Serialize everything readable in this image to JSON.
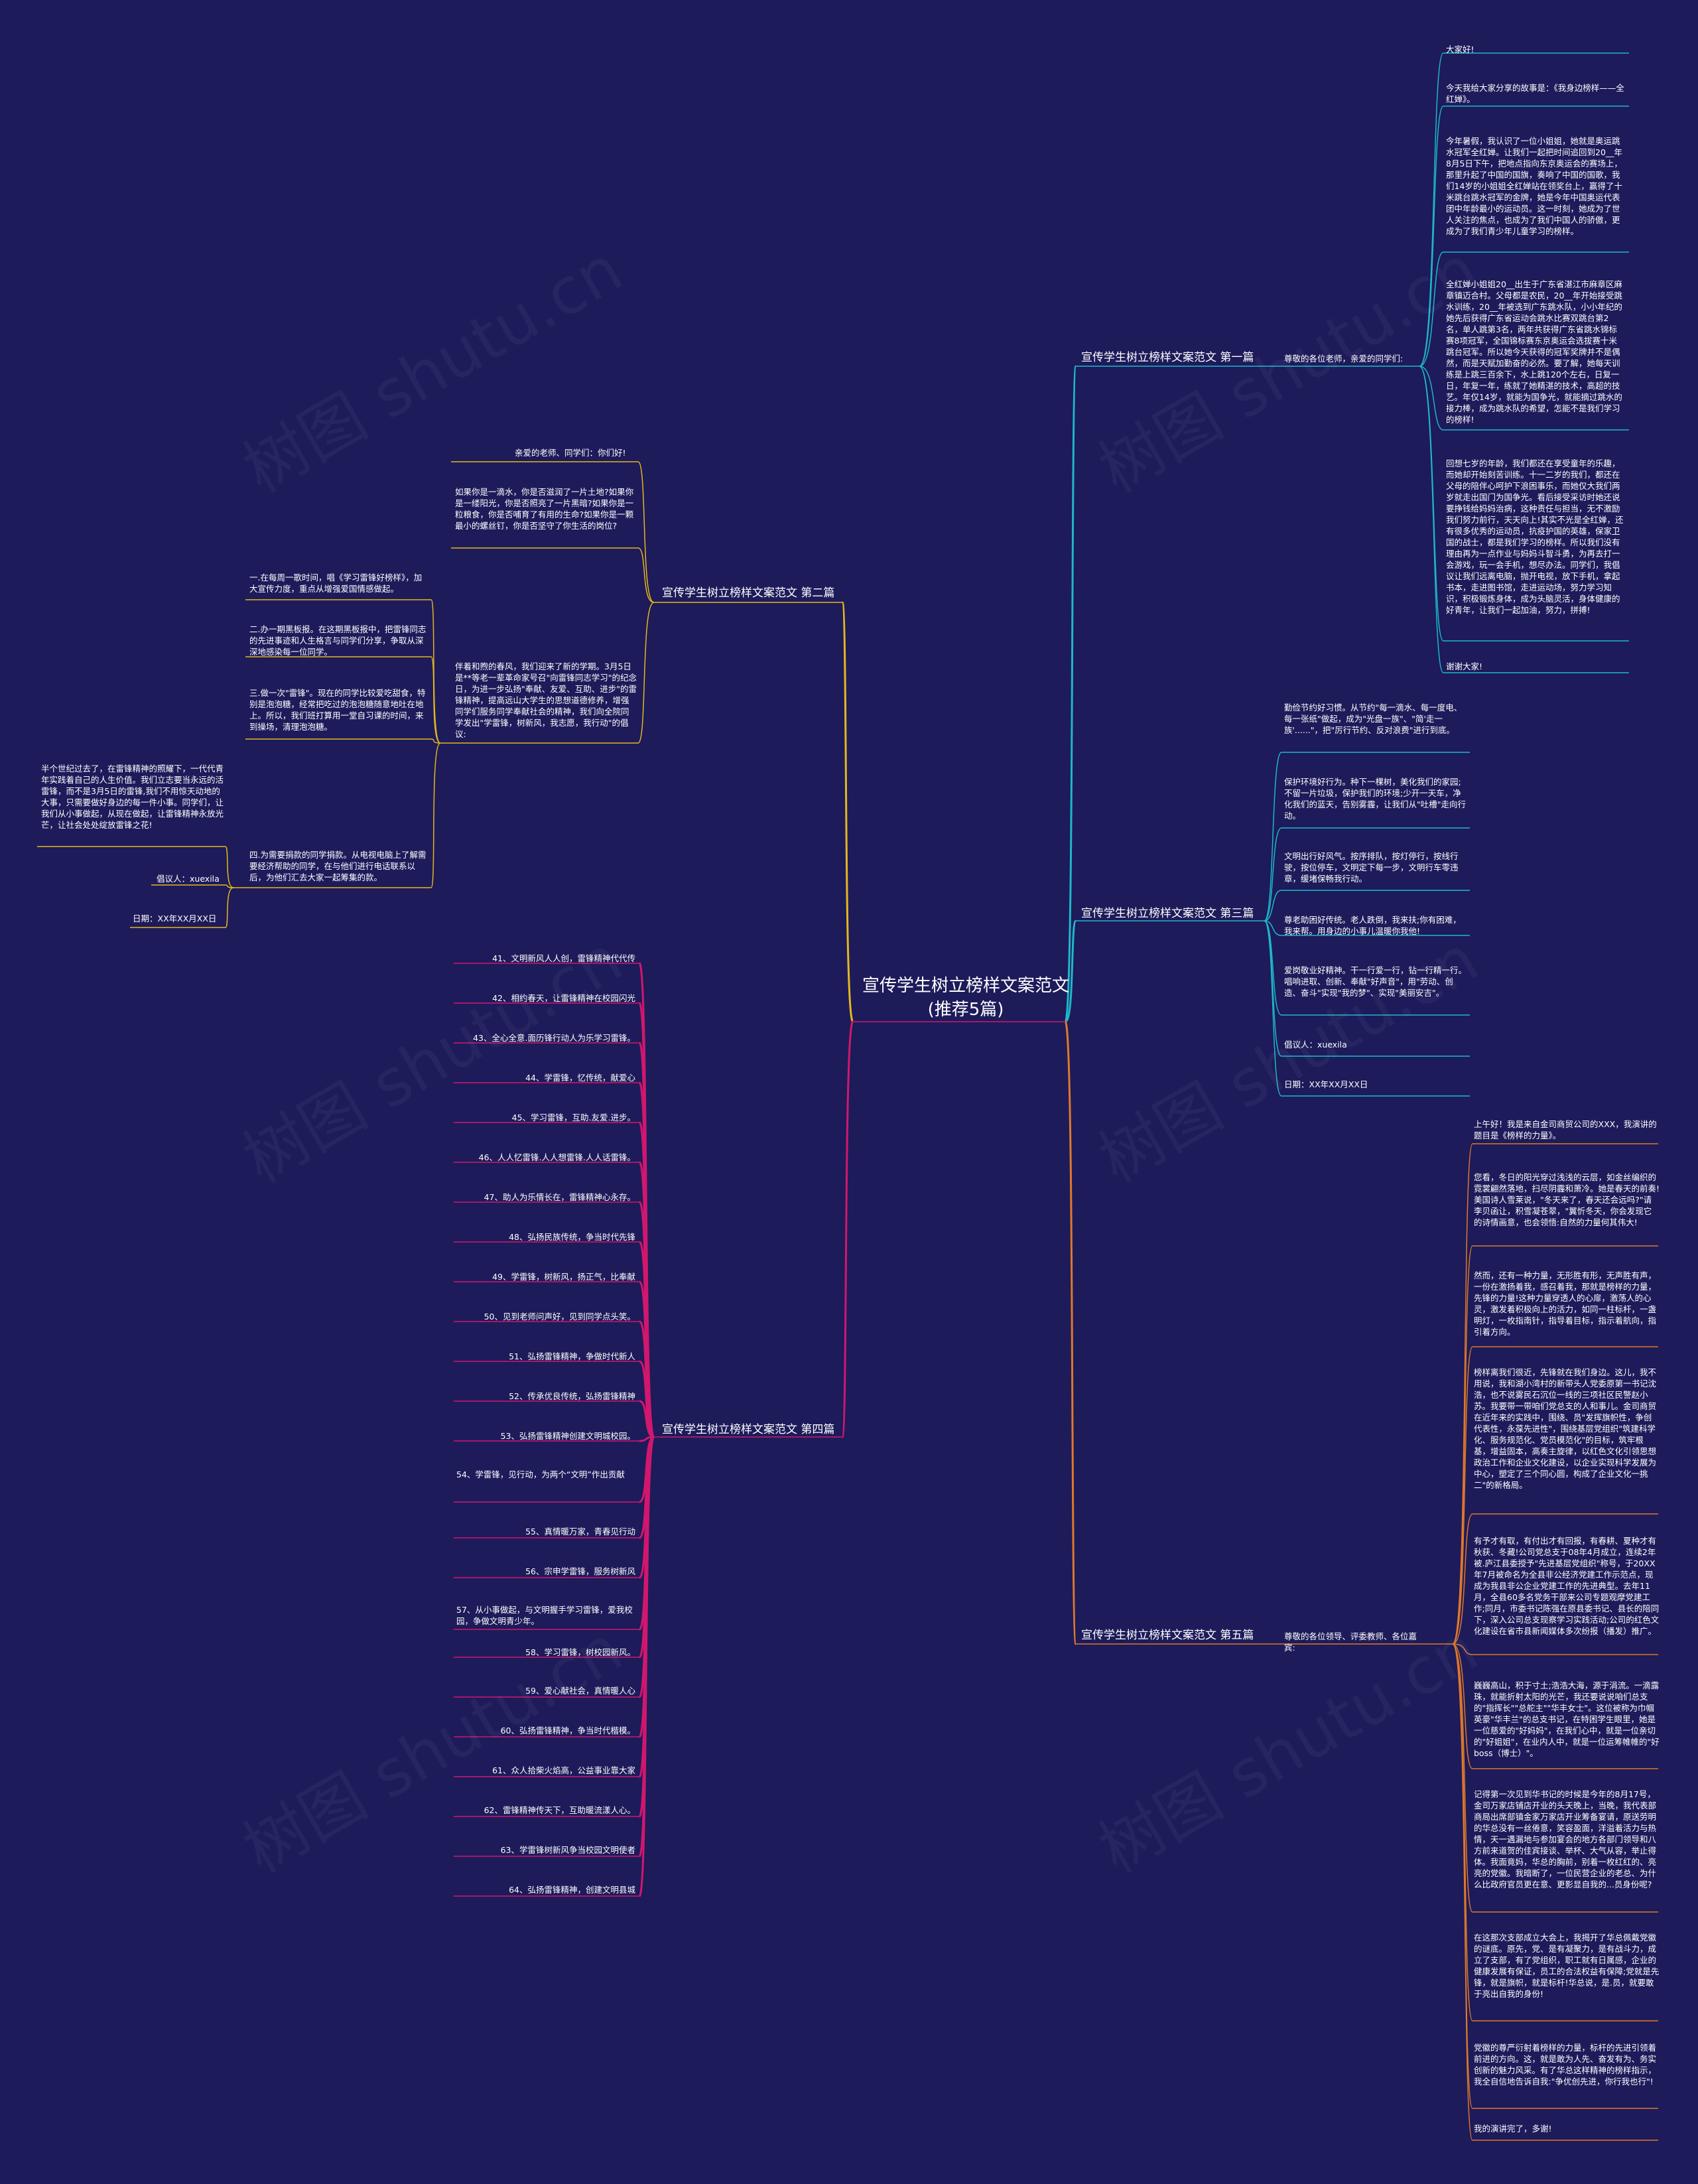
{
  "root": {
    "title": "宣传学生树立榜样文案范文(推荐5篇)"
  },
  "watermark": "树图 shutu.cn",
  "colors": {
    "background": "#1d1b5a",
    "b1": "#1fb7c9",
    "b2": "#e3b71f",
    "b3": "#1fb7c9",
    "b4": "#d1176e",
    "b5": "#e0782b",
    "root_line": "#d1176e"
  },
  "b1": {
    "title": "宣传学生树立榜样文案范文 第一篇",
    "sub": "尊敬的各位老师，亲爱的同学们:",
    "notes": [
      "大家好!",
      "今天我给大家分享的故事是：《我身边榜样——全红婵》。",
      "今年暑假，我认识了一位小姐姐，她就是奥运跳水冠军全红婵。让我们一起把时间追回到20__年8月5日下午，把地点指向东京奥运会的赛场上，那里升起了中国的国旗，奏响了中国的国歌，我们14岁的小姐姐全红婵站在领奖台上，赢得了十米跳台跳水冠军的金牌，她是今年中国奥运代表团中年龄最小的运动员。这一时刻，她成为了世人关注的焦点，也成为了我们中国人的骄傲，更成为了我们青少年儿童学习的榜样。",
      "全红婵小姐姐20__出生于广东省湛江市麻章区麻章镇迈合村。父母都是农民，20__年开始接受跳水训练，20__年被选到广东跳水队，小小年纪的她先后获得广东省运动会跳水比赛双跳台第2名，单人跳第3名，两年共获得广东省跳水锦标赛8项冠军，全国锦标赛东京奥运会选拔赛十米跳台冠军。所以她今天获得的冠军奖牌并不是偶然，而是天赋加勤奋的必然。要了解，她每天训练是上跳三百余下，水上跳120个左右，日复一日，年复一年，练就了她精湛的技术，高超的技艺。年仅14岁，就能为国争光，就能摘过跳水的接力棒，成为跳水队的希望，怎能不是我们学习的榜样!",
      "回想七岁的年龄，我们都还在享受童年的乐趣，而她却开始刻苦训练。十一二岁的我们，都还在父母的陪伴心呵护下浪困事乐，而她仅大我们两岁就走出国门为国争光。看后接受采访时她还说要挣钱给妈妈治病，这种责任与担当，无不激励我们努力前行，天天向上!其实不光是全红婵，还有很多优秀的运动员，抗疫护国的英雄，保家卫国的战士，都是我们学习的榜样。所以我们没有理由再为一点作业与妈妈斗智斗勇，为再去打一会游戏，玩一会手机，想尽办法。同学们，我倡议让我们远离电脑，抛开电视，放下手机，拿起书本，走进图书馆，走进运动场，努力学习知识，积极锻炼身体，成为头脑灵活，身体健康的好青年，让我们一起加油，努力，拼搏!",
      "谢谢大家!"
    ]
  },
  "b2": {
    "title": "宣传学生树立榜样文案范文 第二篇",
    "notes": [
      "亲爱的老师、同学们：你们好!",
      "如果你是一滴水，你是否滋润了一片土地?如果你是一缕阳光，你是否照亮了一片黑暗?如果你是一粒粮食，你是否哺育了有用的生命?如果你是一颗最小的螺丝钉，你是否坚守了你生活的岗位?",
      "伴着和煦的春风，我们迎来了新的学期。3月5日是**等老一辈革命家号召\"向雷锋同志学习\"的纪念日，为进一步弘扬\"奉献、友爱、互助、进步\"的雷锋精神，提高远山大学生的思想道德修养，增强同学们服务同学奉献社会的精神，我们向全院同学发出\"学雷锋，树新风，我志愿，我行动\"的倡议:"
    ],
    "actions": [
      "一.在每周一歌时间，唱《学习雷锋好榜样》，加大宣传力度，重点从增强爱国情感做起。",
      "二.办一期黑板报。在这期黑板报中，把雷锋同志的先进事迹和人生格言与同学们分享，争取从深深地感染每一位同学。",
      "三.做一次\"雷锋\"。现在的同学比较爱吃甜食，特别是泡泡糖，经常把吃过的泡泡糖随意地吐在地上。所以，我们班打算用一堂自习课的时间，来到操场，清理泡泡糖。",
      "四.为需要捐款的同学捐款。从电视电脑上了解需要经济帮助的同学，在与他们进行电话联系以后，为他们汇去大家一起筹集的款。"
    ],
    "closing": "半个世纪过去了，在雷锋精神的照耀下，一代代青年实践着自己的人生价值。我们立志要当永远的活雷锋，而不是3月5日的雷锋,我们不用惊天动地的大事，只需要做好身边的每一件小事。同学们，让我们从小事做起，从现在做起，让雷锋精神永放光芒，让社会处处绽放雷锋之花!",
    "sign": "倡议人：xuexila",
    "date": "日期：XX年XX月XX日"
  },
  "b3": {
    "title": "宣传学生树立榜样文案范文 第三篇",
    "notes": [
      "勤俭节约好习惯。从节约\"每一滴水、每一度电、每一张纸\"做起，成为\"光盘一族\"、\"简'走一族'......\"，把\"厉行节约、反对浪费\"进行到底。",
      "保护环境好行为。种下一棵树，美化我们的家园;不留一片垃圾，保护我们的环境;少开一天车，净化我们的蓝天，告别雾霾，让我们从\"吐槽\"走向行动。",
      "文明出行好风气。按序排队，按灯停行，按线行驶，按位停车，文明定下每一步，文明行车零违章，缓堵保畅我行动。",
      "尊老助困好传统。老人跌倒，我来扶;你有困难，我来帮。用身边的小事儿温暖你我他!",
      "爱岗敬业好精神。干一行爱一行，钻一行精一行。唱响进取、创新、奉献\"好声音\"，用\"劳动、创造、奋斗\"实现\"我的梦\"、实现\"美丽安吉\"。",
      "倡议人：xuexila",
      "日期：XX年XX月XX日"
    ]
  },
  "b4": {
    "title": "宣传学生树立榜样文案范文 第四篇",
    "items": [
      "41、文明新风人人创，雷锋精神代代传",
      "42、相约春天，让雷锋精神在校园闪光",
      "43、全心全意.面历锋行动人为乐学习雷锋。",
      "44、学雷锋，忆传统，献爱心",
      "45、学习雷锋，互助.友爱.进步。",
      "46、人人忆雷锋.人人想雷锋.人人话雷锋。",
      "47、助人为乐情长在，雷锋精神心永存。",
      "48、弘扬民族传统，争当时代先锋",
      "49、学雷锋，树新风，扬正气，比奉献",
      "50、见到老师问声好，见到同学点头笑。",
      "51、弘扬雷锋精神，争做时代新人",
      "52、传承优良传统，弘扬雷锋精神",
      "53、弘扬雷锋精神创建文明城校园。",
      "54、学雷锋，见行动，为两个“文明”作出贡献",
      "55、真情暖万家，青春见行动",
      "56、宗申学雷锋，服务树新风",
      "57、从小事做起，与文明握手学习雷锋，爱我校园，争做文明青少年。",
      "58、学习雷锋，树校园新风。",
      "59、爱心献社会，真情暖人心",
      "60、弘扬雷锋精神，争当时代楷模。",
      "61、众人拾柴火焰高，公益事业靠大家",
      "62、雷锋精神传天下，互助暖流漾人心。",
      "63、学雷锋树新风争当校园文明使者",
      "64、弘扬雷锋精神，创建文明县城"
    ]
  },
  "b5": {
    "title": "宣传学生树立榜样文案范文 第五篇",
    "sub": "尊敬的各位领导、评委教师、各位嘉宾:",
    "notes": [
      "上午好！我是来自金司商贸公司的XXX，我演讲的题目是《榜样的力量》。",
      "您看，冬日的阳光穿过浅浅的云层，如金丝编织的霓裳翩然落地，扫尽阴霾和萧冷。她是春天的前奏!美国诗人雪莱说，\"冬天来了，春天还会远吗?\"请李贝函让，积雪凝苍翠，\"翼忻冬天，你会发现它的诗情画意，也会领悟:自然的力量何其伟大!",
      "然而，还有一种力量，无形胜有形，无声胜有声，一份在激扬着我，感召着我，那就是榜样的力量，先锋的力量!这种力量穿透人的心扉，激荡人的心灵，激发着积极向上的活力，如同一柱标杆，一盏明灯，一枚指南针，指导着目标，指示着航向，指引着方向。",
      "榜样离我们很近，先锋就在我们身边。这儿，我不用说，我和湖小湾村的新带头人党委原第一书记沈浩，也不说雾民石沉位一线的三项社区民警赵小苏。我要带一带咱们党总支的人和事儿。金司商贸在近年来的实践中，围绕、员\"发挥旗帜性，争创代表性，永葆先进性\"，围绕基层党组织\"筑建科学化、服务规范化、党员模范化\"的目标，筑牢根基，增益固本，高奏主旋律，以红色文化引领思想政治工作和企业文化建设，以企业实现科学发展为中心，塑定了三个同心圆，构成了企业文化一挑二\"的新格局。",
      "有予才有取，有付出才有回报，有春耕、夏种才有秋获、冬藏!公司党总支于08年4月成立，连续2年被.庐江县委授予\"先进基层党组织\"称号，于20XX年7月被命名为全县非公经济党建工作示范点，现成为我县非公企业党建工作的先进典型。去年11月，全县60多名党务干部来公司专题观摩党建工作;同月，市委书记陈强在原县委书记、县长的陪同下，深入公司总支现察学习实践活动;公司的红色文化建设在省市县新闻媒体多次纷报（播发）推广。",
      "巍巍高山，积于寸土;浩浩大海，源于涓流。一滴露珠，就能折射太阳的光芒，我还要说说咱们总支的\"指挥长\"\"总舵主\"\"华丰女士\"。这位被称为巾帼英豪\"华丰兰\"的总支书记，在特困学生眼里，她是一位慈爱的\"好妈妈\"，在我们心中，就是一位亲切的\"好姐姐\"，在业内人中，就是一位运筹帷帷的\"好boss（博士）\"。",
      "记得第一次见到华书记的时候是今年的8月17号，金司万家店铺店开业的头天晚上，当晚，我代表部商局出席部镇金家万家店开业筹备宴请，原送劳明的华总没有一丝倦意，笑容盈面，洋溢着活力与热情，天一遇漏地与参加宴会的地方各部门领导和八方前来道贺的佳宾接谈、举杯、大气从容，举止得体。我面竟妈，华总的胸前，别着一枚红红的、亮亮的党徽。我暗断了，一位民营企业的老总、为什么比政府官员更在意、更影显自我的...员身份呢?",
      "在这那次支部成立大会上，我揭开了华总佩戴党徽的谜底。原先，党、是有凝聚力，是有战斗力，成立了支部，有了党组织，职工就有日属感，企业的健康发展有保证，员工的合法权益有保障;党就是先锋，就是旗帜，就是标杆!华总说，是.员，就要敢于亮出自我的身份!",
      "党徽的尊严衍射着榜样的力量，标杆的先进引领着前进的方向。这，就是敢为人先、奋发有为、务实创新的魅力风采。有了华总这样精神的榜样指示，我全自信地告诉自我:\"争优创先进，你行我也行\"!",
      "我的演讲完了，多谢!"
    ]
  }
}
